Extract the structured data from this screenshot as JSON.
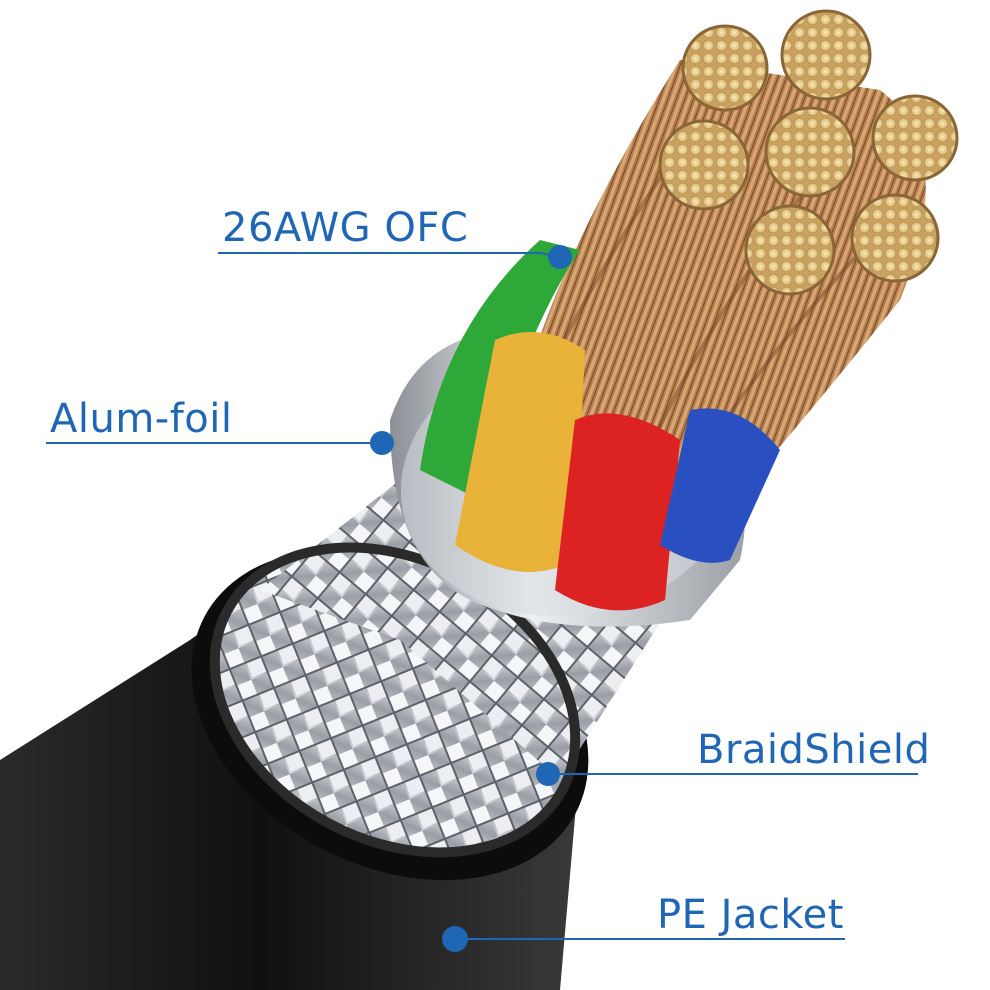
{
  "labels": {
    "conductor": "26AWG OFC",
    "foil": "Alum-foil",
    "braid": "BraidShield",
    "jacket": "PE Jacket"
  },
  "colors": {
    "callout": "#1f66b5",
    "jacket": "#151515",
    "copper": "#b9814f",
    "strand_tip": "#f0dca0",
    "wire_green": "#2fa83a",
    "wire_yellow": "#e8b338",
    "wire_red": "#dd2222",
    "wire_blue": "#2a4fc0",
    "foil": "#c9cdd2",
    "braid": "#b8bcc2"
  }
}
